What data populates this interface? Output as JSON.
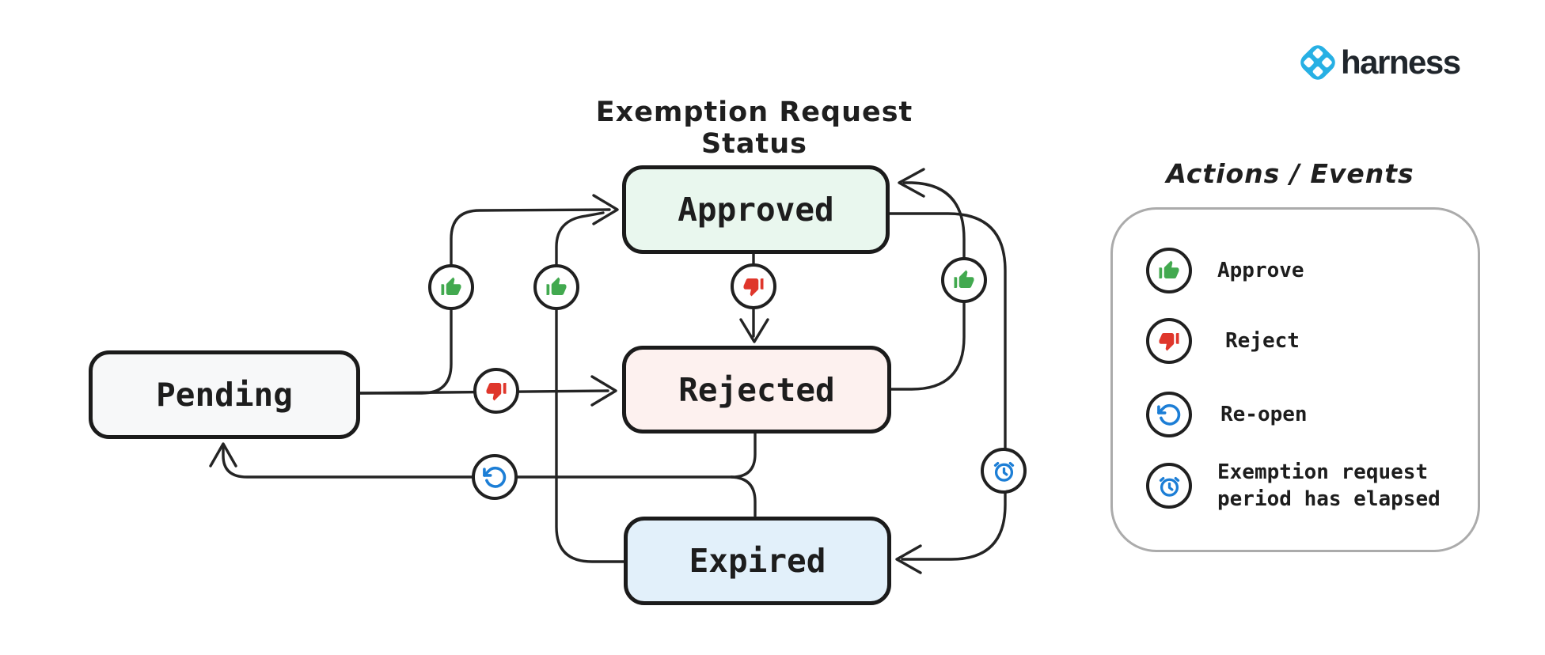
{
  "title": "Exemption Request Status",
  "logo": {
    "brand": "harness",
    "icon": "harness-diamond-logo"
  },
  "legend": {
    "title": "Actions / Events",
    "items": [
      {
        "icon": "thumbs-up-icon",
        "label": "Approve"
      },
      {
        "icon": "thumbs-down-icon",
        "label": "Reject"
      },
      {
        "icon": "reopen-icon",
        "label": "Re-open"
      },
      {
        "icon": "alarm-clock-icon",
        "label": "Exemption request period has elapsed"
      }
    ]
  },
  "states": [
    {
      "id": "pending",
      "label": "Pending",
      "fill": "#f7f8f9"
    },
    {
      "id": "approved",
      "label": "Approved",
      "fill": "#e9f7ee"
    },
    {
      "id": "rejected",
      "label": "Rejected",
      "fill": "#fdf1ef"
    },
    {
      "id": "expired",
      "label": "Expired",
      "fill": "#e2f0fa"
    }
  ],
  "transitions": [
    {
      "from": "Pending",
      "to": "Approved",
      "action": "Approve"
    },
    {
      "from": "Pending",
      "to": "Rejected",
      "action": "Reject"
    },
    {
      "from": "Approved",
      "to": "Rejected",
      "action": "Reject"
    },
    {
      "from": "Rejected",
      "to": "Approved",
      "action": "Approve"
    },
    {
      "from": "Expired",
      "to": "Approved",
      "action": "Approve"
    },
    {
      "from": "Approved",
      "to": "Expired",
      "action": "Exemption request period has elapsed"
    },
    {
      "from": "Rejected",
      "to": "Pending",
      "action": "Re-open"
    },
    {
      "from": "Expired",
      "to": "Pending",
      "action": "Re-open"
    }
  ],
  "colors": {
    "approve_green": "#42a94f",
    "reject_red": "#df362b",
    "event_blue": "#1c7ed6",
    "line_dark": "#242424",
    "legend_border": "#ababab",
    "harness_blue": "#27b0e4"
  }
}
